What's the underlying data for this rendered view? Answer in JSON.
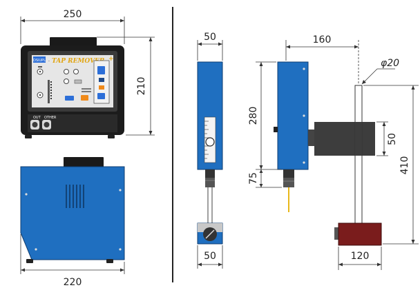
{
  "front_view": {
    "width_dim": "250",
    "height_dim": "210",
    "panel_logo_small": "DSIUPL",
    "panel_logo_main": "TAP REMOVER",
    "port_out_label": "OUT",
    "port_other_label": "OTHER"
  },
  "side_view": {
    "depth_dim": "220"
  },
  "head_view": {
    "top_width_dim": "50",
    "bottom_width_dim": "50"
  },
  "assembly_view": {
    "arm_dim": "160",
    "diameter_dim": "φ20",
    "body_height_dim": "280",
    "collet_dim": "75",
    "clamp_height_dim": "50",
    "total_height_dim": "410",
    "base_width_dim": "120"
  },
  "colors": {
    "body_blue": "#1f6fc0",
    "body_dark": "#2f2f2f",
    "base_red": "#7a1c1c",
    "panel_gray": "#e6e6e6",
    "display_blue": "#2d6fd8",
    "logo_yellow": "#f6c21c",
    "orange_button": "#f08a1a"
  }
}
